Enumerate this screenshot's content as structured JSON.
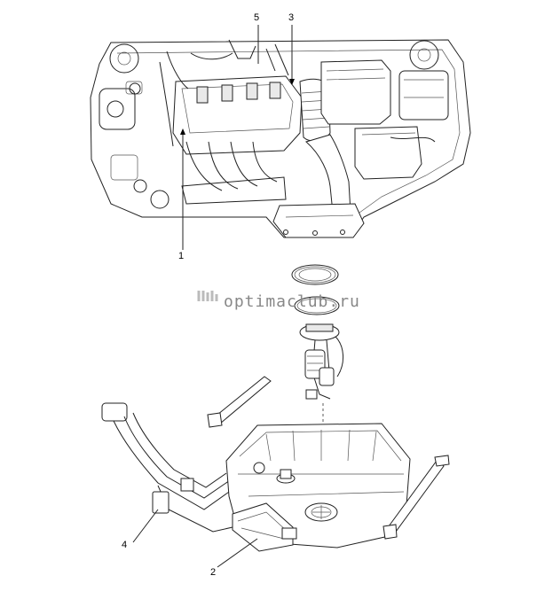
{
  "diagram": {
    "callouts": [
      {
        "id": "c1",
        "text": "1"
      },
      {
        "id": "c2",
        "text": "2"
      },
      {
        "id": "c3",
        "text": "3"
      },
      {
        "id": "c4",
        "text": "4"
      },
      {
        "id": "c5",
        "text": "5"
      }
    ],
    "watermark": "optimaclub.ru"
  }
}
